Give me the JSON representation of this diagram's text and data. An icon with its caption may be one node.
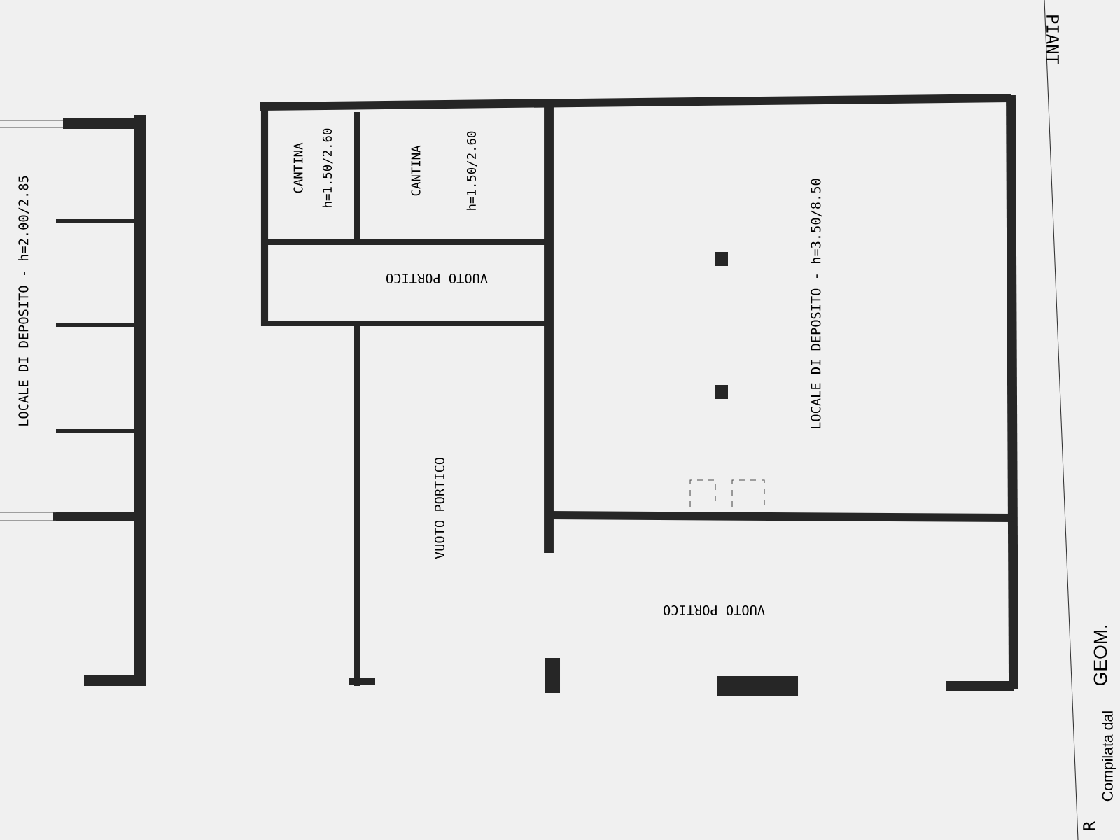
{
  "diagram": {
    "labels": [
      "PIANT",
      "LOCALE DI DEPOSITO - h=2.00/2.85",
      "CANTINA",
      "h=1.50/2.60",
      "CANTINA",
      "h=1.50/2.60",
      "VUOTO PORTICO",
      "LOCALE DI DEPOSITO - h=3.50/8.50",
      "VUOTO PORTICO",
      "VUOTO PORTICO",
      "GEOM.",
      "Compilata dal",
      "R"
    ]
  }
}
